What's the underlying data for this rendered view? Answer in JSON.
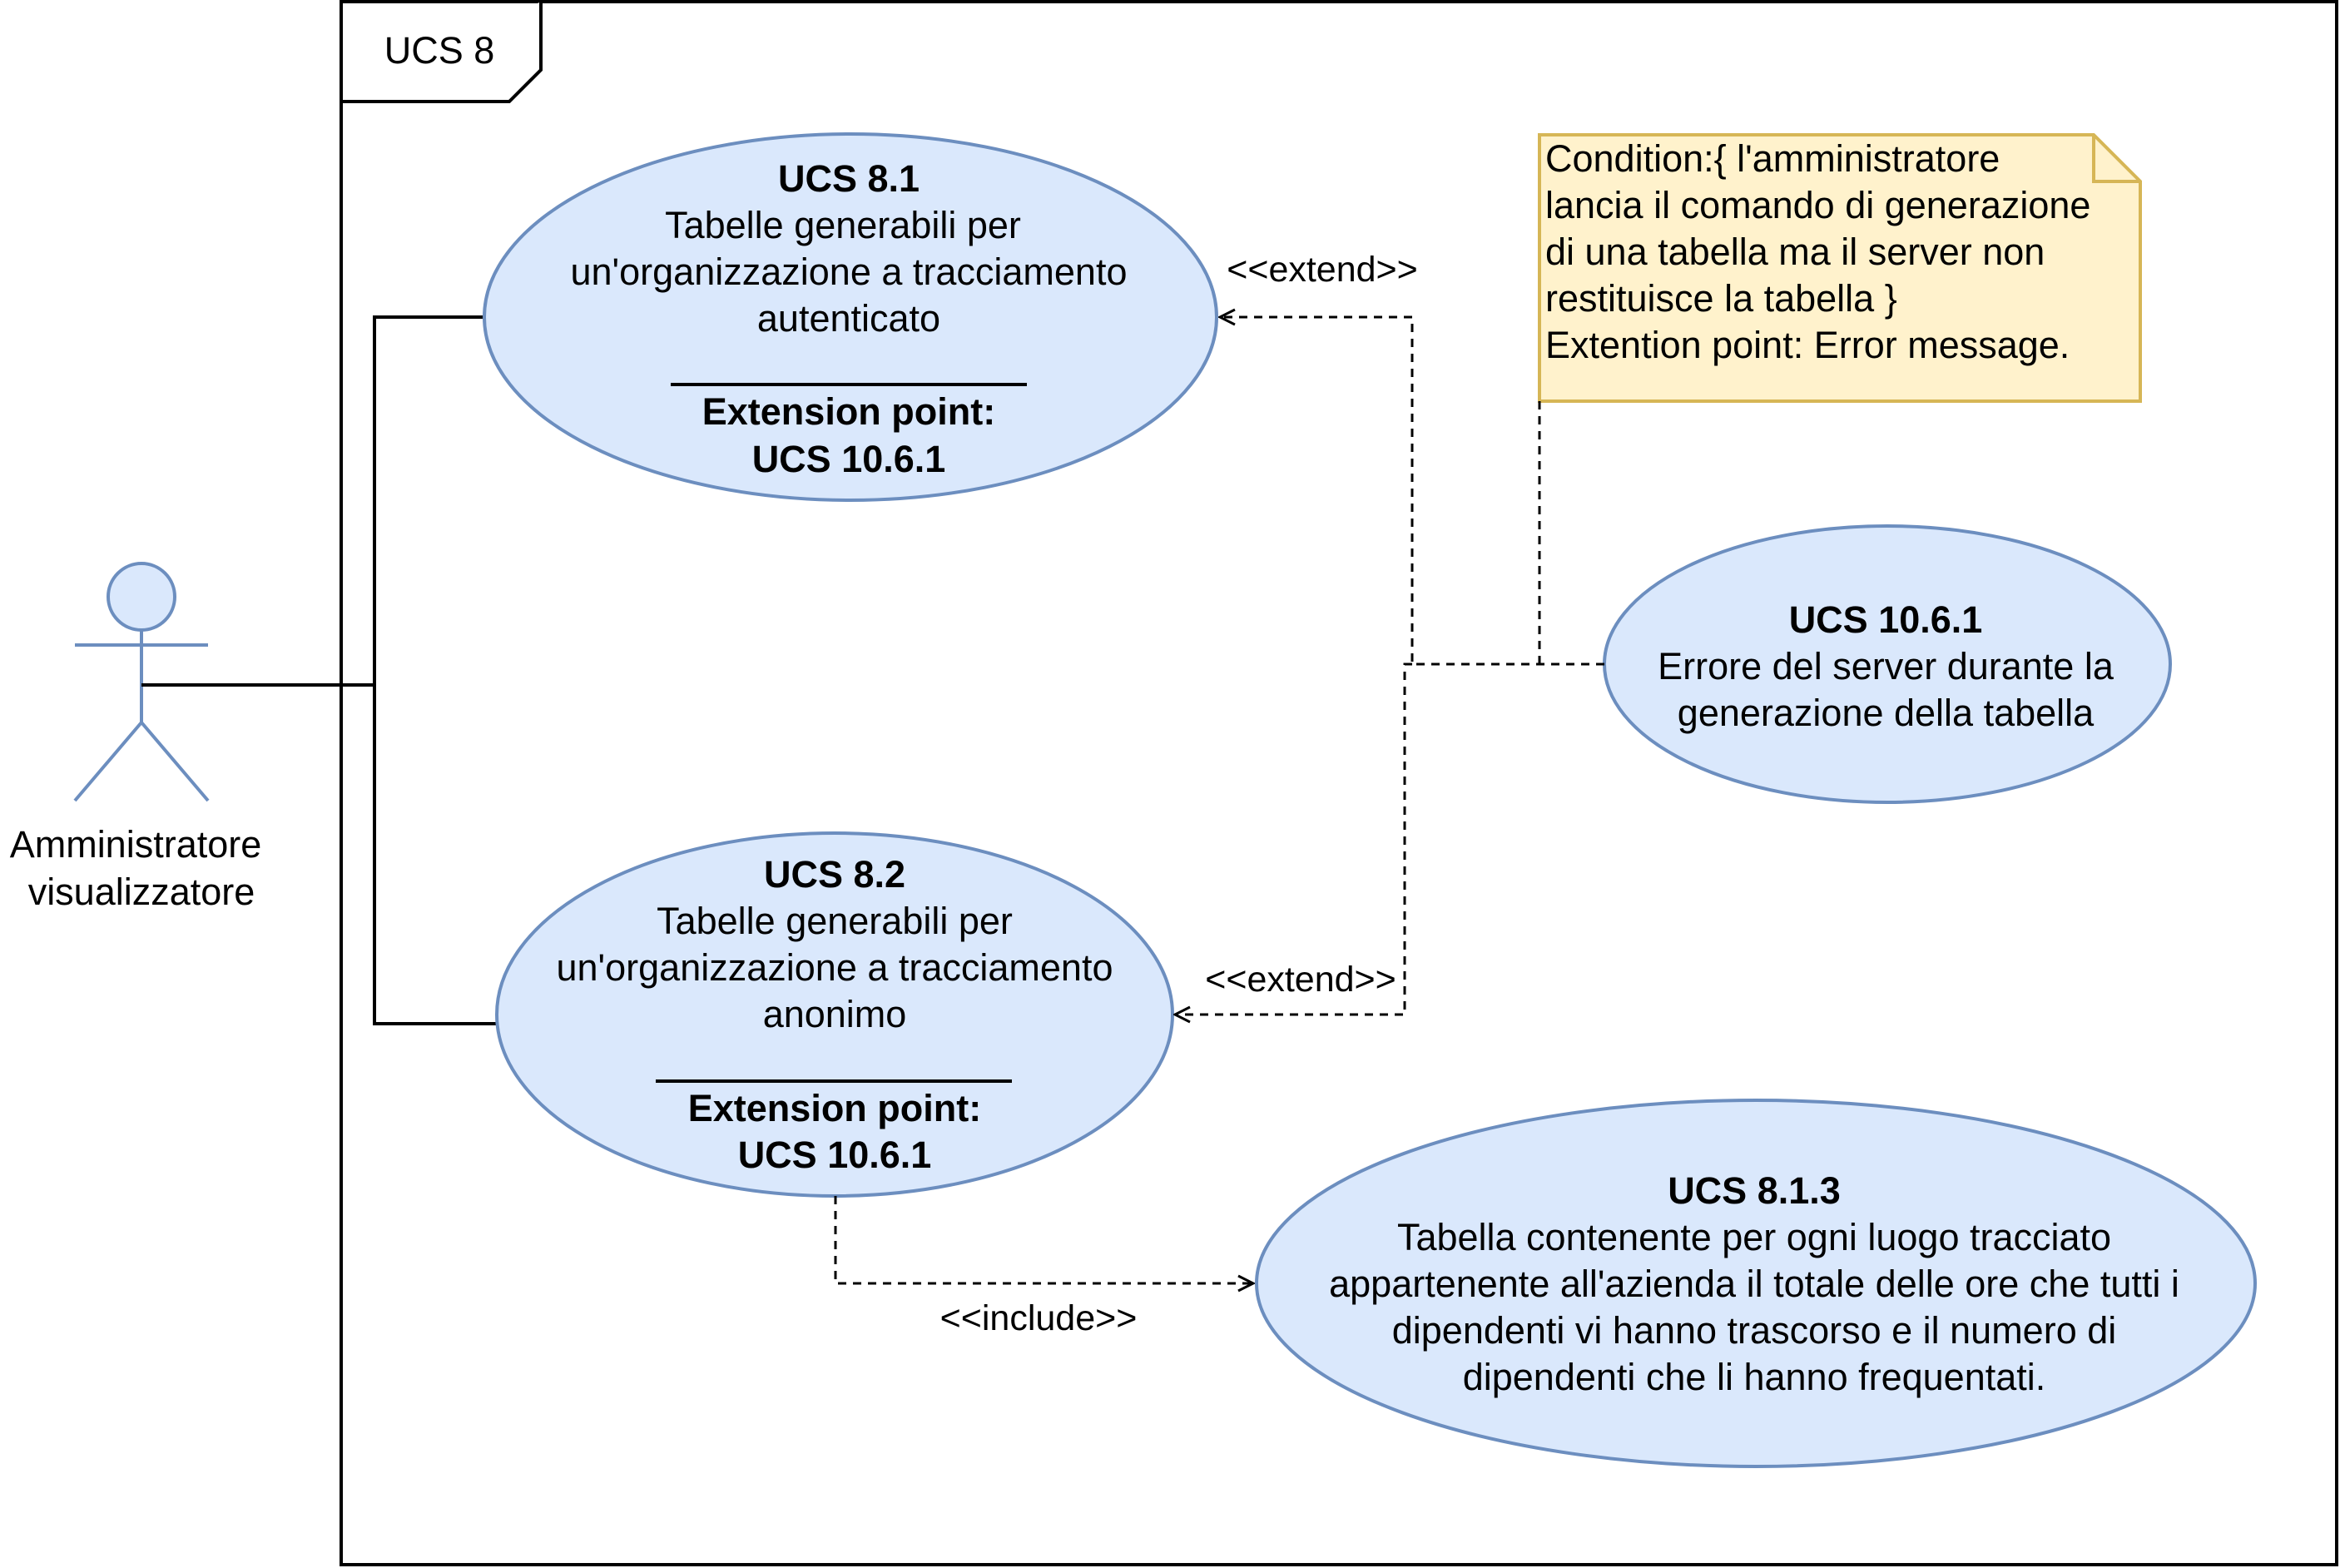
{
  "frame": {
    "label": "UCS 8"
  },
  "actor": {
    "name_lines": [
      "Amministratore",
      "visualizzatore"
    ]
  },
  "use_cases": {
    "uc81": {
      "title": "UCS 8.1",
      "lines": [
        "Tabelle generabili per",
        "un'organizzazione a tracciamento",
        "autenticato"
      ],
      "extension_heading": "Extension point:",
      "extension_value": "UCS 10.6.1"
    },
    "uc82": {
      "title": "UCS 8.2",
      "lines": [
        "Tabelle generabili per",
        "un'organizzazione a tracciamento",
        "anonimo"
      ],
      "extension_heading": "Extension point:",
      "extension_value": "UCS 10.6.1"
    },
    "uc1061": {
      "title": "UCS 10.6.1",
      "lines": [
        "Errore del server durante la",
        "generazione della tabella"
      ]
    },
    "uc813": {
      "title": "UCS 8.1.3",
      "lines": [
        "Tabella contenente per ogni luogo tracciato",
        "appartenente all'azienda il totale delle ore che tutti i",
        "dipendenti vi hanno trascorso e il numero di",
        "dipendenti che li hanno frequentati."
      ]
    }
  },
  "relations": {
    "extend_top": "<<extend>>",
    "extend_bottom": "<<extend>>",
    "include": "<<include>>"
  },
  "note": {
    "lines": [
      "Condition:{ l'amministratore",
      "lancia il comando di generazione",
      "di una tabella ma il server non",
      "restituisce la tabella }",
      "Extention point: Error message."
    ]
  },
  "colors": {
    "usecase_fill": "#dae8fc",
    "usecase_stroke": "#6c8ebf",
    "note_fill": "#fff2cc",
    "note_stroke": "#d6b656",
    "line": "#000000"
  }
}
